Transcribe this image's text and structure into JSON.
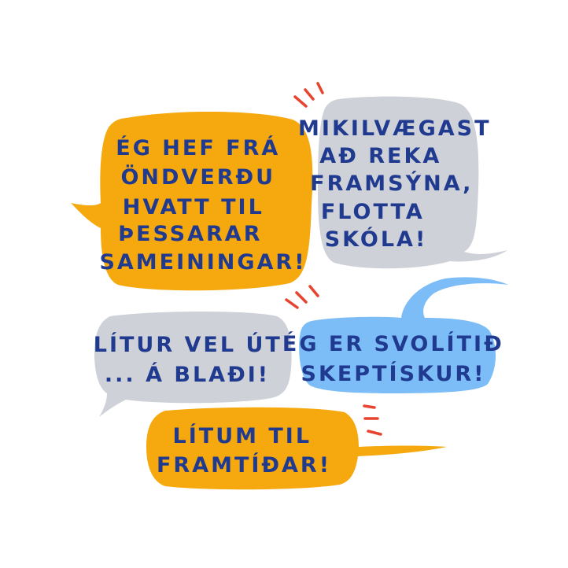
{
  "colors": {
    "background": "#ffffff",
    "orange": "#f6a90f",
    "gray": "#cfd1d8",
    "blue": "#7dbdf7",
    "text": "#1f3a8f",
    "accent_marks": "#e8432e"
  },
  "bubbles": [
    {
      "id": "orange-top",
      "color_key": "orange",
      "lines": [
        "ÉG HEF FRÁ",
        "ÖNDVERÐU",
        "HVATT TIL",
        "ÞESSARAR",
        "SAMEININGAR!"
      ]
    },
    {
      "id": "gray-top",
      "color_key": "gray",
      "lines": [
        "MIKILVÆGAST",
        "AÐ REKA",
        "FRAMSÝNA,",
        "FLOTTA",
        "SKÓLA!"
      ]
    },
    {
      "id": "gray-middle",
      "color_key": "gray",
      "lines": [
        "LÍTUR VEL ÚT",
        "... Á BLAÐI!"
      ]
    },
    {
      "id": "blue-middle",
      "color_key": "blue",
      "lines": [
        "ÉG ER SVOLÍTIÐ",
        "SKEPTÍSKUR!"
      ]
    },
    {
      "id": "orange-bottom",
      "color_key": "orange",
      "lines": [
        "LÍTUM TIL",
        "FRAMTÍÐAR!"
      ]
    }
  ],
  "decorations": [
    {
      "name": "emphasis-marks-top"
    },
    {
      "name": "emphasis-marks-middle"
    },
    {
      "name": "emphasis-marks-bottom"
    }
  ]
}
